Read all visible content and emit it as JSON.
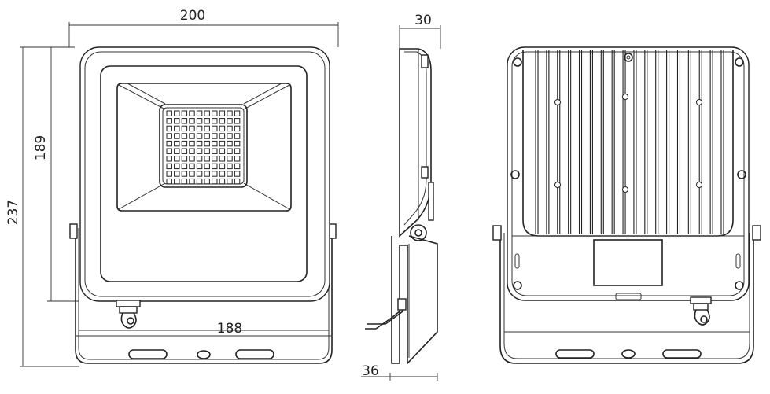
{
  "dimensions": {
    "width_top": "200",
    "height_total": "237",
    "height_body": "189",
    "bracket_width": "188",
    "depth_body": "30",
    "depth_bracket": "36"
  },
  "led_grid": {
    "rows": 10,
    "cols": 10
  }
}
